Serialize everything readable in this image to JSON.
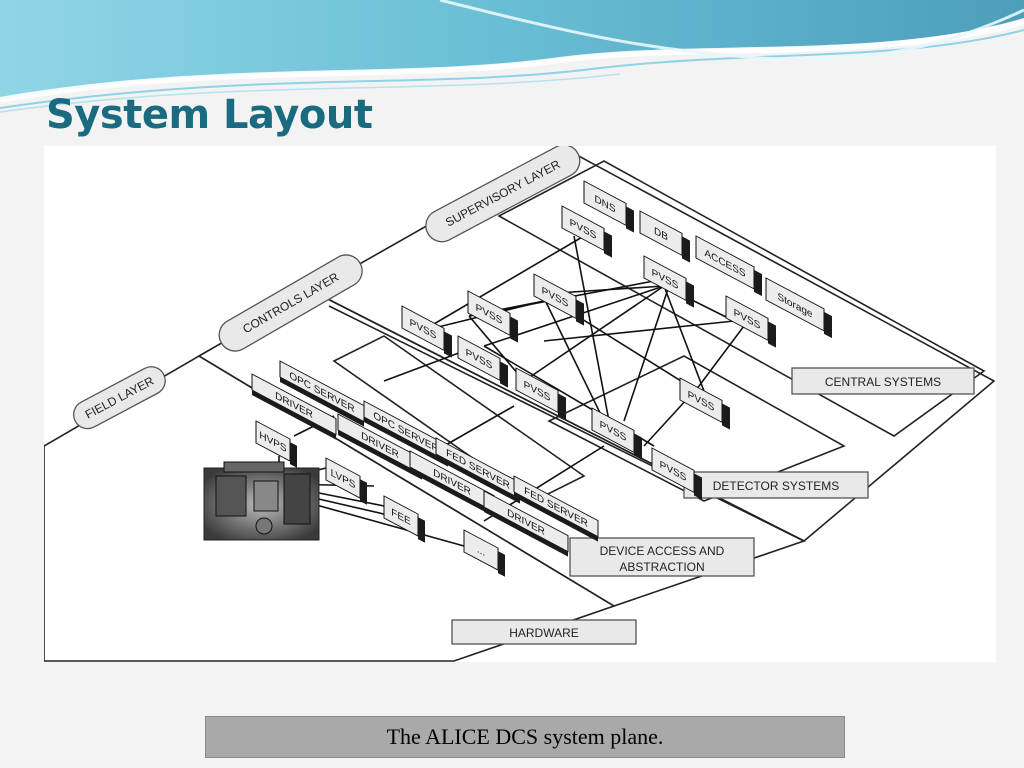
{
  "slide": {
    "title": "System Layout",
    "caption": "The ALICE DCS system plane."
  },
  "diagram": {
    "layers": {
      "supervisory": "SUPERVISORY LAYER",
      "controls": "CONTROLS LAYER",
      "field": "FIELD LAYER"
    },
    "sections": {
      "central": "CENTRAL SYSTEMS",
      "detector": "DETECTOR SYSTEMS",
      "device_access_line1": "DEVICE ACCESS AND",
      "device_access_line2": "ABSTRACTION",
      "hardware": "HARDWARE"
    },
    "central_nodes": {
      "dns": "DNS",
      "pvss": "PVSS",
      "db": "DB",
      "access": "ACCESS",
      "storage": "Storage"
    },
    "pvss_label": "PVSS",
    "opc_server": "OPC SERVER",
    "fed_server": "FED SERVER",
    "driver": "DRIVER",
    "hardware_nodes": {
      "hvps": "HVPS",
      "lvps": "LVPS",
      "fee": "FEE",
      "other": "..."
    }
  },
  "colors": {
    "title": "#1a6a80",
    "caption_bg": "#a9a9a9",
    "wave_teal": "#5fbfd6"
  }
}
